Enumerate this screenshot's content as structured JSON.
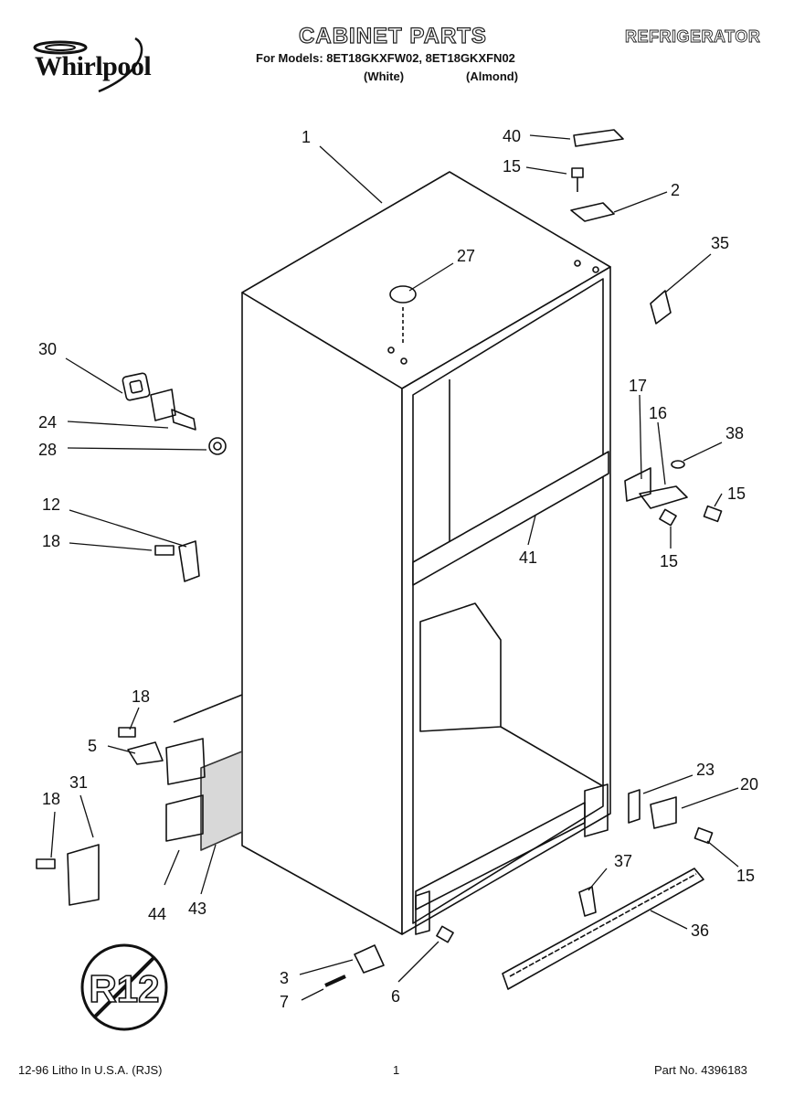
{
  "brand": {
    "name": "Whirlpool"
  },
  "header": {
    "title": "CABINET PARTS",
    "product": "REFRIGERATOR",
    "models_line": "For Models: 8ET18GKXFW02, 8ET18GKXFN02",
    "variant_white": "(White)",
    "variant_almond": "(Almond)"
  },
  "footer": {
    "litho": "12-96 Litho In U.S.A. (RJS)",
    "page": "1",
    "part_no": "Part No. 4396183"
  },
  "badge": {
    "text": "R12"
  },
  "callouts": [
    {
      "id": "callout-1",
      "label": "1"
    },
    {
      "id": "callout-40",
      "label": "40"
    },
    {
      "id": "callout-15a",
      "label": "15"
    },
    {
      "id": "callout-2",
      "label": "2"
    },
    {
      "id": "callout-35",
      "label": "35"
    },
    {
      "id": "callout-27",
      "label": "27"
    },
    {
      "id": "callout-30",
      "label": "30"
    },
    {
      "id": "callout-24",
      "label": "24"
    },
    {
      "id": "callout-28",
      "label": "28"
    },
    {
      "id": "callout-17",
      "label": "17"
    },
    {
      "id": "callout-16",
      "label": "16"
    },
    {
      "id": "callout-38",
      "label": "38"
    },
    {
      "id": "callout-15b",
      "label": "15"
    },
    {
      "id": "callout-12",
      "label": "12"
    },
    {
      "id": "callout-18a",
      "label": "18"
    },
    {
      "id": "callout-15c",
      "label": "15"
    },
    {
      "id": "callout-41",
      "label": "41"
    },
    {
      "id": "callout-18b",
      "label": "18"
    },
    {
      "id": "callout-5",
      "label": "5"
    },
    {
      "id": "callout-31",
      "label": "31"
    },
    {
      "id": "callout-18c",
      "label": "18"
    },
    {
      "id": "callout-23",
      "label": "23"
    },
    {
      "id": "callout-20",
      "label": "20"
    },
    {
      "id": "callout-15d",
      "label": "15"
    },
    {
      "id": "callout-37",
      "label": "37"
    },
    {
      "id": "callout-36",
      "label": "36"
    },
    {
      "id": "callout-44",
      "label": "44"
    },
    {
      "id": "callout-43",
      "label": "43"
    },
    {
      "id": "callout-3",
      "label": "3"
    },
    {
      "id": "callout-7",
      "label": "7"
    },
    {
      "id": "callout-6",
      "label": "6"
    }
  ]
}
